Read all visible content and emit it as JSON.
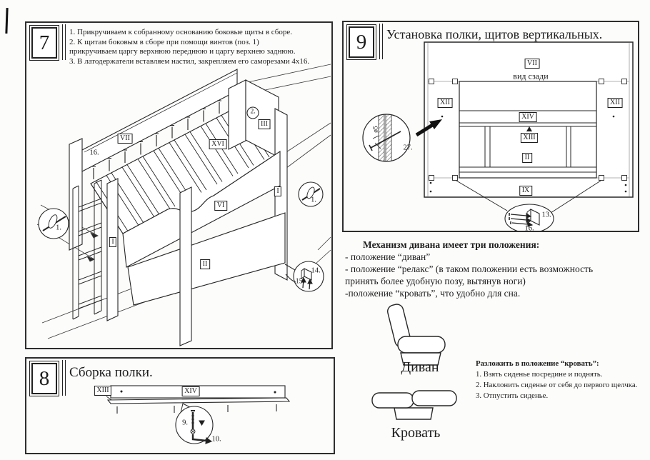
{
  "doc": {
    "step7": {
      "number": "7",
      "lines": [
        "1. Прикручиваем к собранному  основанию боковые щиты в сборе.",
        "2. К щитам боковым в сборе  при помощи винтов (поз. 1)",
        "прикручиваем царгу верхнюю переднюю и царгу верхнею заднюю.",
        "3. В латодержатели  вставляем настил, закрепляем его саморезами 4х16."
      ],
      "labels": {
        "p16": "16.",
        "vii": "VII",
        "xvi": "XVI",
        "iii": "III",
        "c2": "2.",
        "vi": "VI",
        "i_right": "I",
        "i_left": "I",
        "ii": "II",
        "c1_left": "1.",
        "c1_right": "1.",
        "n14": "14.",
        "n15": "15."
      }
    },
    "step8": {
      "number": "8",
      "title": "Сборка полки.",
      "labels": {
        "xiii": "XIII",
        "xiv": "XIV",
        "n9": "9.",
        "n10": "10."
      }
    },
    "step9": {
      "number": "9",
      "title": "Установка полки, щитов вертикальных.",
      "labels": {
        "vii": "VII",
        "view": "вид сзади",
        "xii_left": "XII",
        "xii_right": "XII",
        "xiv": "XIV",
        "xiii": "XIII",
        "ii": "II",
        "ix": "IX",
        "dia": "ø5",
        "n27": "27.",
        "n13": "13.",
        "n16": "16."
      }
    },
    "mechanism": {
      "title": "Механизм дивана имеет три положения:",
      "lines": [
        "- положение “диван”",
        "- положение “релакс” (в таком положении есть возможность",
        "принять более удобную позу, вытянув ноги)",
        "-положение “кровать”, что удобно для сна."
      ]
    },
    "sofa": {
      "divan": "Диван",
      "krovat": "Кровать"
    },
    "unfold": {
      "title": "Разложить в положение “кровать”:",
      "steps": [
        "1. Взять сиденье посредине и поднять.",
        "2. Наклонить сиденье от себя до первого щелчка.",
        "3. Отпустить сиденье."
      ]
    }
  }
}
